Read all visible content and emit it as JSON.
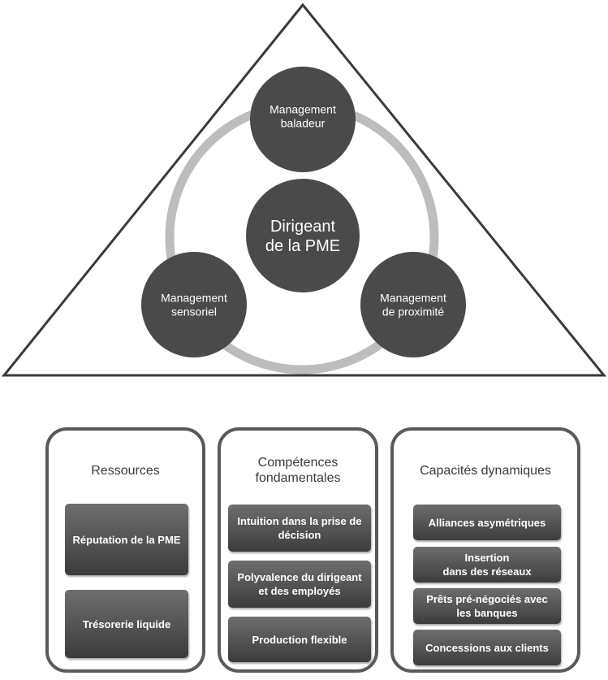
{
  "triangle": {
    "center_node": "Dirigeant\nde la PME",
    "nodes": {
      "top": "Management\nbaladeur",
      "left": "Management\nsensoriel",
      "right": "Management\nde proximité"
    }
  },
  "panels": [
    {
      "title": "Ressources",
      "items": [
        "Réputation de la PME",
        "Trésorerie liquide"
      ]
    },
    {
      "title": "Compétences\nfondamentales",
      "items": [
        "Intuition dans la prise de\ndécision",
        "Polyvalence du dirigeant\net des employés",
        "Production flexible"
      ]
    },
    {
      "title": "Capacités dynamiques",
      "items": [
        "Alliances asymétriques",
        "Insertion\ndans des réseaux",
        "Prêts pré-négociés avec\nles banques",
        "Concessions aux clients"
      ]
    }
  ],
  "colors": {
    "node_fill": "#4a4a4a",
    "ring": "#bdbdbd",
    "outline": "#3a3a3a",
    "chip_top": "#6e6e6e",
    "chip_bottom": "#3c3c3c"
  }
}
